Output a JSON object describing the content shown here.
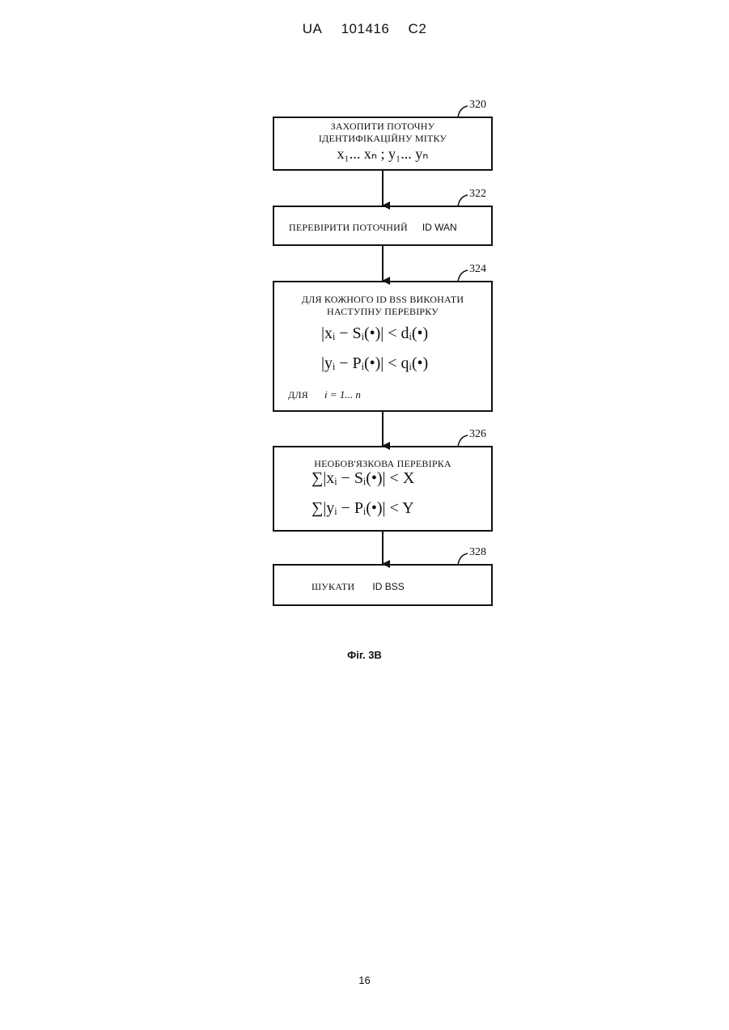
{
  "header": {
    "country": "UA",
    "number": "101416",
    "kind": "C2"
  },
  "steps": [
    {
      "ref": "320",
      "line1": "ЗАХОПИТИ ПОТОЧНУ",
      "line2": "ІДЕНТИФІКАЦІЙНУ МІТКУ",
      "formula": "x₁... xₙ ; y₁... yₙ"
    },
    {
      "ref": "322",
      "text": "ПЕРЕВІРИТИ ПОТОЧНИЙ",
      "id_text": "ID WAN"
    },
    {
      "ref": "324",
      "line1": "ДЛЯ КОЖНОГО ID BSS ВИКОНАТИ",
      "line2": "НАСТУПНУ ПЕРЕВІРКУ",
      "formula1": "|xᵢ − Sᵢ(•)|  < dᵢ(•)",
      "formula2": "|yᵢ − Pᵢ(•)|  < qᵢ(•)",
      "for_label": "ДЛЯ",
      "range": "i = 1... n"
    },
    {
      "ref": "326",
      "line1": "НЕОБОВ'ЯЗКОВА ПЕРЕВІРКА",
      "formula1": "∑|xᵢ − Sᵢ(•)|  < X",
      "formula2": "∑|yᵢ − Pᵢ(•)|  < Y"
    },
    {
      "ref": "328",
      "text": "ШУКАТИ",
      "id_text": "ID BSS"
    }
  ],
  "caption": "Фіг. 3B",
  "page_number": "16"
}
